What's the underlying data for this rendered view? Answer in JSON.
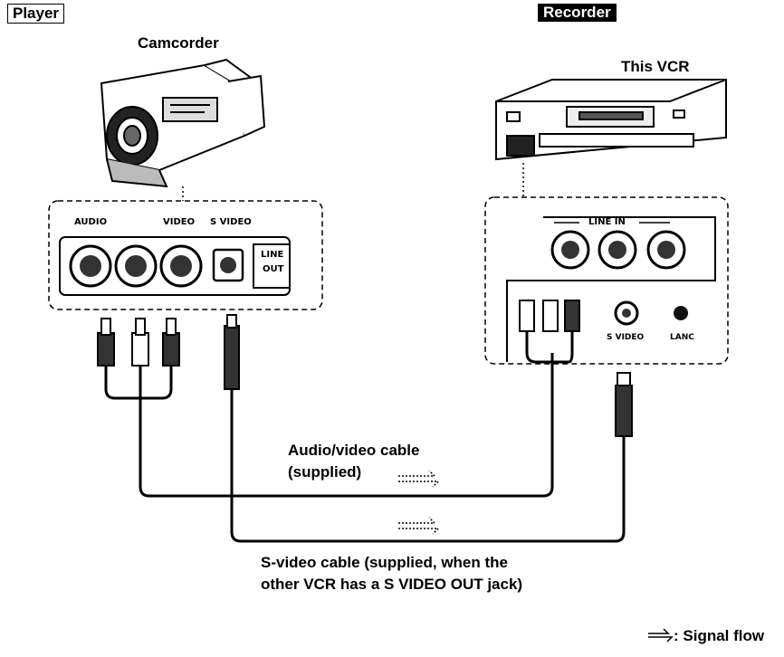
{
  "labels": {
    "player": "Player",
    "recorder": "Recorder",
    "camcorder": "Camcorder",
    "this_vcr": "This VCR",
    "cam_jacks": {
      "audio": "AUDIO",
      "video": "VIDEO",
      "s_video": "S VIDEO",
      "line": "LINE",
      "out": "OUT"
    },
    "vcr_jacks": {
      "line_in": "LINE IN",
      "s_video": "S VIDEO",
      "lanc": "LANC"
    },
    "av_cable": "Audio/video cable",
    "av_cable_sub": "(supplied)",
    "svideo_cable": "S-video cable (supplied, when the",
    "svideo_cable_sub": "other VCR has a S VIDEO OUT jack)",
    "signal_flow": ": Signal flow"
  }
}
